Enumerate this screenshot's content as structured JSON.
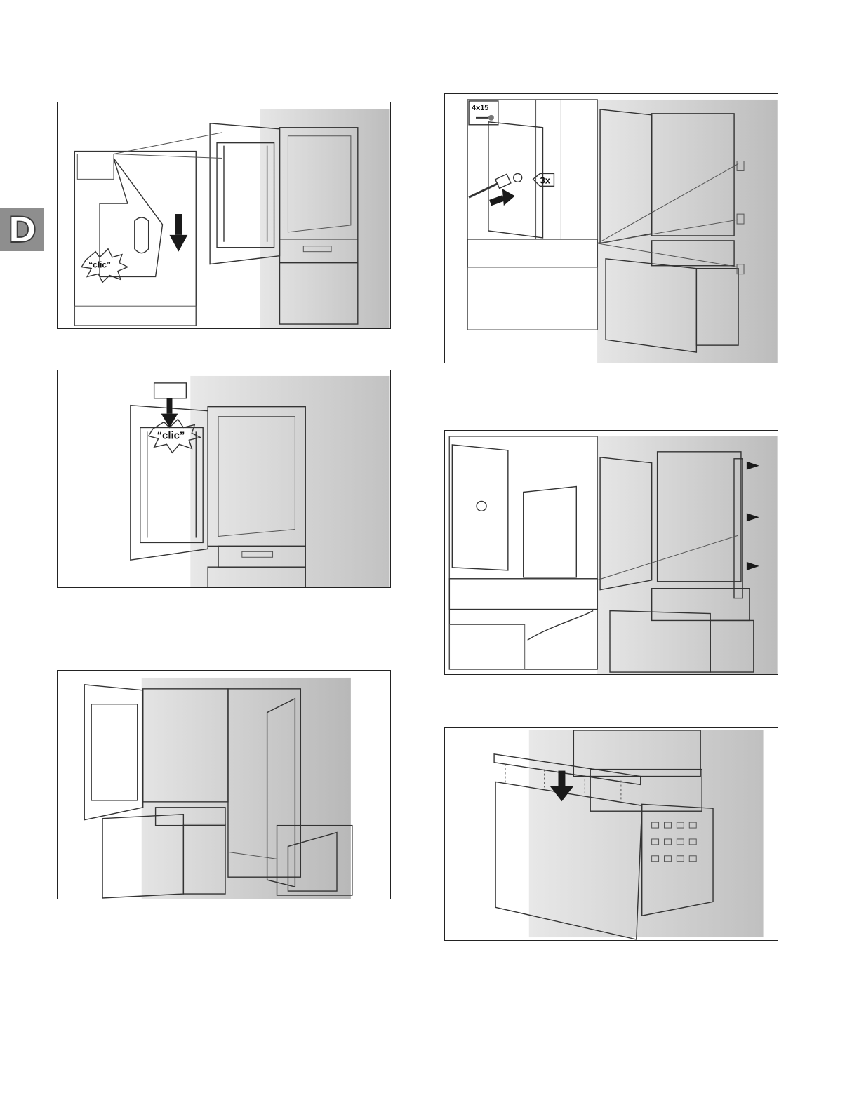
{
  "language_tab": {
    "letter": "D",
    "color": "#8e8e8e"
  },
  "figures": [
    {
      "id": "fig-door-hinge-clic",
      "callouts": {
        "clic": "“clic”"
      }
    },
    {
      "id": "fig-door-cover-clic",
      "callouts": {
        "clic": "“clic”"
      }
    },
    {
      "id": "fig-both-doors-open"
    },
    {
      "id": "fig-drawer-screws",
      "callouts": {
        "screw_spec": "4x15",
        "count": "3x"
      }
    },
    {
      "id": "fig-drawer-bracket-detail"
    },
    {
      "id": "fig-drawer-front-mount"
    }
  ],
  "icons": [
    "arrow-down-icon",
    "arrow-right-icon",
    "screw-icon",
    "screwdriver-icon"
  ]
}
